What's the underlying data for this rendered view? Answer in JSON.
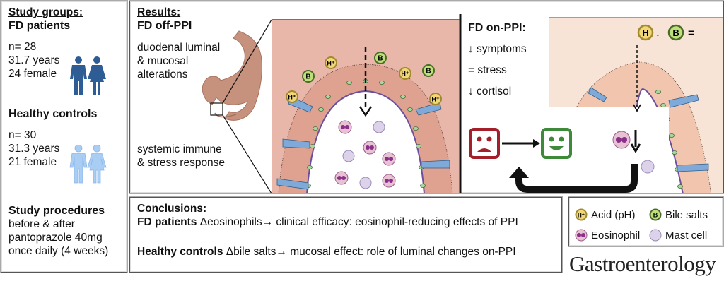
{
  "left_panel": {
    "heading": "Study groups:",
    "fd_title": "FD patients",
    "fd_stats": [
      "n= 28",
      "31.7 years",
      "24 female"
    ],
    "hc_title": "Healthy controls",
    "hc_stats": [
      "n= 30",
      "31.3 years",
      "21 female"
    ],
    "proc_title": "Study procedures",
    "proc_lines": [
      "before & after",
      "pantoprazole 40mg",
      "once daily (4 weeks)"
    ],
    "colors": {
      "fd_people": "#2e5d95",
      "hc_people": "#a9cdf3"
    }
  },
  "results": {
    "heading": "Results:",
    "off_title": "FD off-PPI",
    "off_text1": [
      "duodenal luminal",
      "& mucosal",
      "alterations"
    ],
    "off_text2": [
      "systemic immune",
      "& stress response"
    ],
    "on_title": "FD on-PPI:",
    "on_lines": [
      "↓ symptoms",
      "= stress",
      "↓ cortisol"
    ],
    "acid_symbol": "H⁺",
    "bile_symbol": "B",
    "on_acid_label": "H",
    "on_acid_change": "↓",
    "on_bile_change": "=",
    "colors": {
      "lumen_off": "#e9b7aa",
      "lumen_on": "#f8e4d6",
      "sad": "#a3202a",
      "happy": "#3f8a3a"
    }
  },
  "conclusions": {
    "heading": "Conclusions:",
    "rows": [
      {
        "bold": "FD patients",
        "text": " Δeosinophils→ clinical efficacy: eosinophil-reducing effects of PPI"
      },
      {
        "bold": "Healthy controls",
        "text": " Δbile salts→ mucosal effect: role of luminal changes on-PPI"
      }
    ]
  },
  "legend": {
    "acid": "Acid (pH)",
    "bile": "Bile salts",
    "eos": "Eosinophil",
    "mast": "Mast cell"
  },
  "journal": "Gastroenterology"
}
